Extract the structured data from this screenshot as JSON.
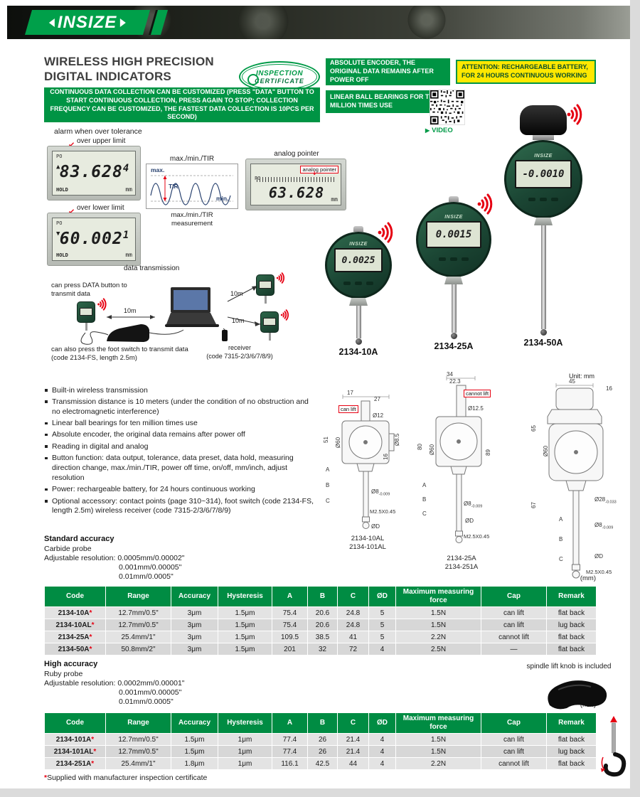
{
  "header": {
    "brand": "INSIZE"
  },
  "icons": {
    "upper_arrow": "▲",
    "lower_arrow": "▼",
    "play": "▶",
    "label_arrow": "↙",
    "callout_arrow": "↓"
  },
  "intro": {
    "title1": "WIRELESS HIGH PRECISION",
    "title2": "DIGITAL INDICATORS",
    "cert1": "INSPECTION",
    "cert2": "CERTIFICATE",
    "encoder_badge": "ABSOLUTE ENCODER, THE ORIGINAL DATA REMAINS AFTER POWER OFF",
    "attention_badge": "ATTENTION: RECHARGEABLE BATTERY, FOR 24 HOURS CONTINUOUS WORKING",
    "continuous_badge": "CONTINUOUS DATA COLLECTION CAN BE CUSTOMIZED (PRESS \"DATA\" BUTTON TO START CONTINUOUS COLLECTION, PRESS AGAIN TO STOP; COLLECTION FREQUENCY CAN BE CUSTOMIZED, THE FASTEST DATA COLLECTION IS 10PCS PER SECOND)",
    "bearings_badge": "LINEAR BALL BEARINGS FOR TEN MILLION TIMES USE",
    "video_label": "VIDEO"
  },
  "alarm": {
    "heading": "alarm when over tolerance",
    "upper_label": "over upper limit",
    "lower_label": "over lower limit",
    "upper_value": "83.628",
    "upper_fine": "4",
    "lower_value": "60.002",
    "lower_fine": "1",
    "hold": "HOLD",
    "unit": "mm",
    "status": "PO"
  },
  "maxmin": {
    "title": "max./min./TIR",
    "caption": "max./min./TIR measurement",
    "max": "max.",
    "tir": "TIR",
    "min": "min."
  },
  "analog": {
    "heading": "analog pointer",
    "callout": "analog pointer",
    "value": "63.628",
    "unit": "mm",
    "status": "PO"
  },
  "transmission": {
    "title": "data transmission",
    "press_note": "can press DATA button to transmit data",
    "dist": "10m",
    "foot_note": "can also press the foot switch to transmit data (code 2134-FS, length 2.5m)",
    "receiver_label": "receiver",
    "receiver_code": "(code 7315-2/3/6/7/8/9)"
  },
  "products": [
    {
      "model": "2134-10A",
      "lcd": "0.0025"
    },
    {
      "model": "2134-25A",
      "lcd": "0.0015"
    },
    {
      "model": "2134-50A",
      "lcd": "-0.0010"
    }
  ],
  "features": [
    "Built-in wireless transmission",
    "Transmission distance is 10 meters (under the condition of no obstruction and no electromagnetic interference)",
    "Linear ball bearings for ten million times use",
    "Absolute encoder, the original data remains after power off",
    "Reading in digital and analog",
    "Button function: data output, tolerance, data preset, data hold, measuring direction change, max./min./TIR, power off time, on/off, mm/inch, adjust resolution",
    "Power: rechargeable battery, for 24 hours continuous working",
    "Optional accessory: contact points (page 310~314), foot switch (code 2134-FS, length 2.5m) wireless receiver (code 7315-2/3/6/7/8/9)"
  ],
  "drawings": {
    "unit": "Unit: mm",
    "d1": {
      "dim_a": "17",
      "dim_b": "27",
      "lift": "can lift",
      "dim_c": "Ø12",
      "dim_d": "Ø8.5",
      "dim_e": "51",
      "dim_f": "Ø60",
      "dim_g": "16",
      "ref_a": "A",
      "ref_b": "B",
      "ref_c": "C",
      "stem": "Ø8",
      "stem_tol": "-0.009",
      "thread": "M2.5X0.45",
      "tip": "ØD",
      "cap1": "2134-10AL",
      "cap2": "2134-101AL"
    },
    "d2": {
      "dim_a": "34",
      "dim_b": "22.3",
      "lift": "cannot lift",
      "dim_c": "Ø12.5",
      "dim_d": "80",
      "dim_e": "Ø60",
      "dim_f": "89",
      "ref_a": "A",
      "ref_b": "B",
      "ref_c": "C",
      "stem": "Ø8",
      "stem_tol": "-0.009",
      "thread": "M2.5X0.45",
      "tip": "ØD",
      "cap1": "2134-25A",
      "cap2": "2134-251A"
    },
    "d3": {
      "dim_a": "45",
      "dim_b": "16",
      "dim_c": "65",
      "dim_d": "Ø60",
      "dim_e": "67",
      "dim_f": "Ø28",
      "dim_f_tol": "-0.033",
      "ref_a": "A",
      "ref_b": "B",
      "ref_c": "C",
      "stem": "Ø8",
      "stem_tol": "-0.009",
      "thread": "M2.5X0.45",
      "tip": "ØD",
      "cap1": "2134-50A"
    }
  },
  "standard": {
    "title": "Standard accuracy",
    "probe": "Carbide probe",
    "res1": "Adjustable resolution: 0.0005mm/0.00002\"",
    "res2": "0.001mm/0.00005\"",
    "res3": "0.01mm/0.0005\"",
    "unit_note": "(mm)"
  },
  "high": {
    "title": "High accuracy",
    "probe": "Ruby probe",
    "res1": "Adjustable resolution: 0.0002mm/0.00001\"",
    "res2": "0.001mm/0.00005\"",
    "res3": "0.01mm/0.0005\"",
    "unit_note": "(mm)"
  },
  "tables": {
    "standard": {
      "headers": [
        "Code",
        "Range",
        "Accuracy",
        "Hysteresis",
        "A",
        "B",
        "C",
        "ØD",
        "Maximum measuring force",
        "Cap",
        "Remark"
      ],
      "rows": [
        [
          "2134-10A*",
          "12.7mm/0.5\"",
          "3μm",
          "1.5μm",
          "75.4",
          "20.6",
          "24.8",
          "5",
          "1.5N",
          "can lift",
          "flat back"
        ],
        [
          "2134-10AL*",
          "12.7mm/0.5\"",
          "3μm",
          "1.5μm",
          "75.4",
          "20.6",
          "24.8",
          "5",
          "1.5N",
          "can lift",
          "lug back"
        ],
        [
          "2134-25A*",
          "25.4mm/1\"",
          "3μm",
          "1.5μm",
          "109.5",
          "38.5",
          "41",
          "5",
          "2.2N",
          "cannot lift",
          "flat back"
        ],
        [
          "2134-50A*",
          "50.8mm/2\"",
          "3μm",
          "1.5μm",
          "201",
          "32",
          "72",
          "4",
          "2.5N",
          "—",
          "flat back"
        ]
      ]
    },
    "high": {
      "headers": [
        "Code",
        "Range",
        "Accuracy",
        "Hysteresis",
        "A",
        "B",
        "C",
        "ØD",
        "Maximum measuring force",
        "Cap",
        "Remark"
      ],
      "rows": [
        [
          "2134-101A*",
          "12.7mm/0.5\"",
          "1.5μm",
          "1μm",
          "77.4",
          "26",
          "21.4",
          "4",
          "1.5N",
          "can lift",
          "flat back"
        ],
        [
          "2134-101AL*",
          "12.7mm/0.5\"",
          "1.5μm",
          "1μm",
          "77.4",
          "26",
          "21.4",
          "4",
          "1.5N",
          "can lift",
          "lug back"
        ],
        [
          "2134-251A*",
          "25.4mm/1\"",
          "1.8μm",
          "1μm",
          "116.1",
          "42.5",
          "44",
          "4",
          "2.2N",
          "cannot lift",
          "flat back"
        ]
      ]
    }
  },
  "spindle_note": "spindle lift knob is included",
  "footnote": {
    "star": "*",
    "text": "Supplied with manufacturer inspection certificate"
  },
  "colors": {
    "brand_green": "#009444",
    "alert_red": "#e60012",
    "attention_yellow": "#ffe800",
    "table_header_green": "#008c43"
  }
}
